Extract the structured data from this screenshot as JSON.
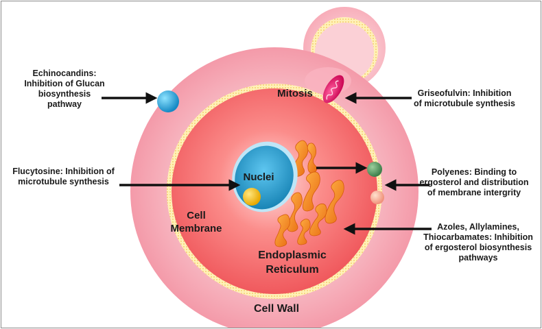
{
  "labels": {
    "cell_wall": "Cell Wall",
    "cell_membrane": "Cell\nMembrane",
    "nuclei": "Nuclei",
    "mitosis": "Mitosis",
    "endoplasmic_reticulum": "Endoplasmic\nReticulum"
  },
  "annotations": {
    "echinocandins": "Echinocandins:\nInhibition of Glucan\nbiosynthesis\npathway",
    "flucytosine": "Flucytosine: Inhibition of\nmicrotubule synthesis",
    "griseofulvin": "Griseofulvin: Inhibition\nof microtubule synthesis",
    "polyenes": "Polyenes: Binding to\nergosterol and distribution\nof membrane intergrity",
    "azoles": "Azoles, Allylamines,\nThiocarbamates: Inhibition\nof ergosterol biosynthesis\npathways"
  }
}
